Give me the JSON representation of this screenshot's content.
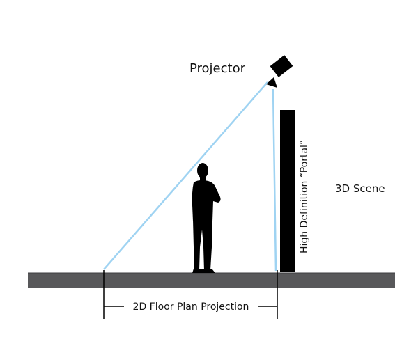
{
  "diagram": {
    "projector_label": "Projector",
    "portal_label": "High Definition “Portal”",
    "scene_label": "3D Scene",
    "floor_projection_label": "2D Floor Plan Projection"
  },
  "icons": {
    "projector": "projector-icon",
    "person": "person-silhouette-icon"
  },
  "colors": {
    "beam": "#9fd3f2",
    "floor": "#58585a",
    "ink": "#000000"
  }
}
